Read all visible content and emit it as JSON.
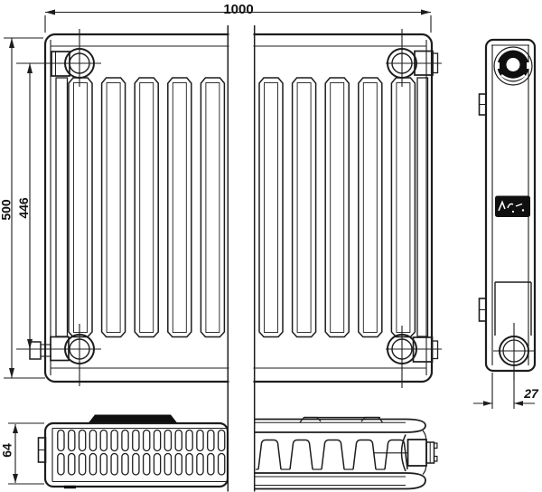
{
  "meta": {
    "type": "technical-drawing",
    "subject": "panel radiator orthographic views (front, side, top, bottom section)"
  },
  "colors": {
    "line": "#1d1d1d",
    "background": "#ffffff",
    "badge": "#0f0f0f"
  },
  "dimensions": {
    "overall_width": "1000",
    "overall_height": "500",
    "connection_pitch": "446",
    "depth": "64",
    "connection_offset": "27"
  },
  "geometry": {
    "front_flute_count": 10,
    "grille_slot_columns": 16,
    "convector_fin_count": 5
  }
}
